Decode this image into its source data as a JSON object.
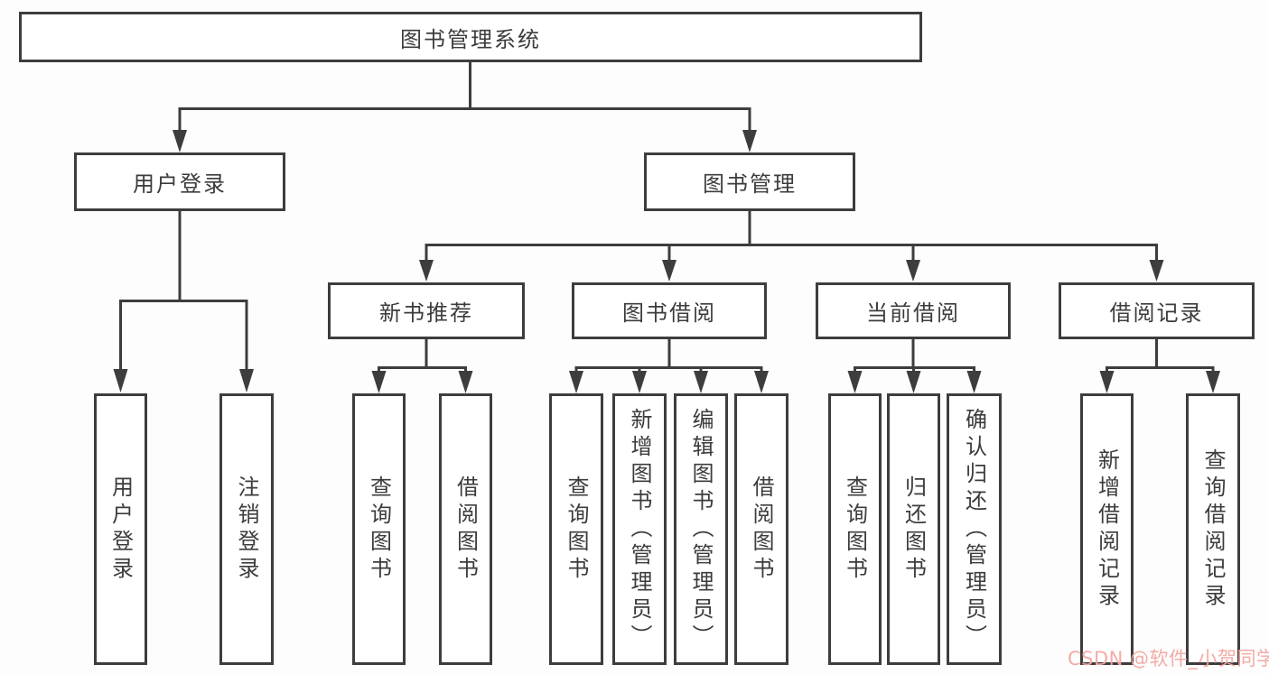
{
  "tree": {
    "label": "图书管理系统",
    "children": [
      {
        "label": "用户登录",
        "children": [
          {
            "label": "用户登录"
          },
          {
            "label": "注销登录"
          }
        ]
      },
      {
        "label": "图书管理",
        "children": [
          {
            "label": "新书推荐",
            "children": [
              {
                "label": "查询图书"
              },
              {
                "label": "借阅图书"
              }
            ]
          },
          {
            "label": "图书借阅",
            "children": [
              {
                "label": "查询图书"
              },
              {
                "label": "新增图书（管理员）"
              },
              {
                "label": "编辑图书（管理员）"
              },
              {
                "label": "借阅图书"
              }
            ]
          },
          {
            "label": "当前借阅",
            "children": [
              {
                "label": "查询图书"
              },
              {
                "label": "归还图书"
              },
              {
                "label": "确认归还（管理员）"
              }
            ]
          },
          {
            "label": "借阅记录",
            "children": [
              {
                "label": "新增借阅记录"
              },
              {
                "label": "查询借阅记录"
              }
            ]
          }
        ]
      }
    ]
  },
  "watermark": {
    "text": "CSDN @软件_小贺同学"
  },
  "colors": {
    "line": "#3d3d3d",
    "box_border": "#3d3d3d",
    "text": "#3c3c3c",
    "watermark": "#f3a7a0"
  }
}
